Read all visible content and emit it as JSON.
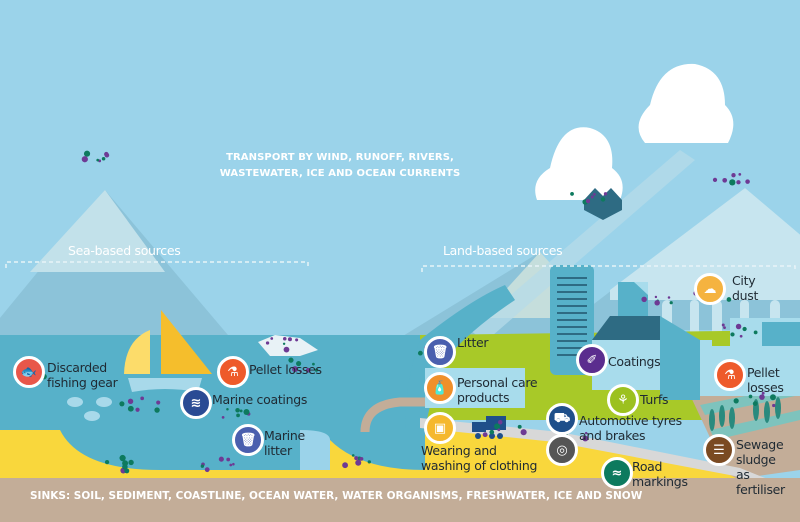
{
  "header": {
    "transport_line1": "TRANSPORT BY WIND, RUNOFF, RIVERS,",
    "transport_line2": "WASTEWATER, ICE AND OCEAN CURRENTS"
  },
  "sections": {
    "sea_based": "Sea-based sources",
    "land_based": "Land-based sources"
  },
  "sinks": "SINKS: SOIL, SEDIMENT, COASTLINE, OCEAN WATER, WATER ORGANISMS, FRESHWATER, ICE AND SNOW",
  "sea_sources": [
    {
      "label_line1": "Discarded",
      "label_line2": "fishing gear",
      "icon": "fish-icon",
      "color": "#e8574a"
    },
    {
      "label_line1": "Pellet losses",
      "label_line2": "",
      "icon": "pellet-bottle-icon",
      "color": "#ee5a2a"
    },
    {
      "label_line1": "Marine coatings",
      "label_line2": "",
      "icon": "paintbrush-waves-icon",
      "color": "#2a4b94"
    },
    {
      "label_line1": "Marine",
      "label_line2": "litter",
      "icon": "trash-bin-icon",
      "color": "#4a5fae"
    }
  ],
  "land_sources": [
    {
      "label_line1": "Litter",
      "label_line2": "",
      "icon": "trash-bin-icon",
      "color": "#4a5fae"
    },
    {
      "label_line1": "Personal care",
      "label_line2": "products",
      "icon": "soap-dispenser-icon",
      "color": "#f0902a"
    },
    {
      "label_line1": "Wearing and",
      "label_line2": "washing of clothing",
      "icon": "washing-machine-icon",
      "color": "#f5b82e"
    },
    {
      "label_line1": "Coatings",
      "label_line2": "",
      "icon": "paint-roller-icon",
      "color": "#5b2d8e"
    },
    {
      "label_line1": "Turfs",
      "label_line2": "",
      "icon": "grass-icon",
      "color": "#9cc11f"
    },
    {
      "label_line1": "Automotive tyres",
      "label_line2": "and brakes",
      "icon": "truck-icon",
      "color": "#1f4f8a"
    },
    {
      "label_line1": "",
      "label_line2": "",
      "icon": "tyre-icon",
      "color": "#555555"
    },
    {
      "label_line1": "Road",
      "label_line2": "markings",
      "icon": "road-icon",
      "color": "#0d7a5e"
    },
    {
      "label_line1": "City",
      "label_line2": "dust",
      "icon": "city-dust-icon",
      "color": "#f5b340"
    },
    {
      "label_line1": "Pellet",
      "label_line2": "losses",
      "icon": "pellet-bottle-icon",
      "color": "#ee5a2a"
    },
    {
      "label_line1": "Sewage",
      "label_line2": "sludge",
      "label_line3": "as",
      "label_line4": "fertiliser",
      "icon": "sewage-sludge-icon",
      "color": "#7a4a22"
    }
  ],
  "colors": {
    "sky": "#9bd3ea",
    "sea": "#57b1c9",
    "sand": "#f9d73c",
    "grass": "#a8c928",
    "soil": "#c3ad98",
    "particle_green": "#0d7a5e",
    "particle_purple": "#6e3a94"
  }
}
